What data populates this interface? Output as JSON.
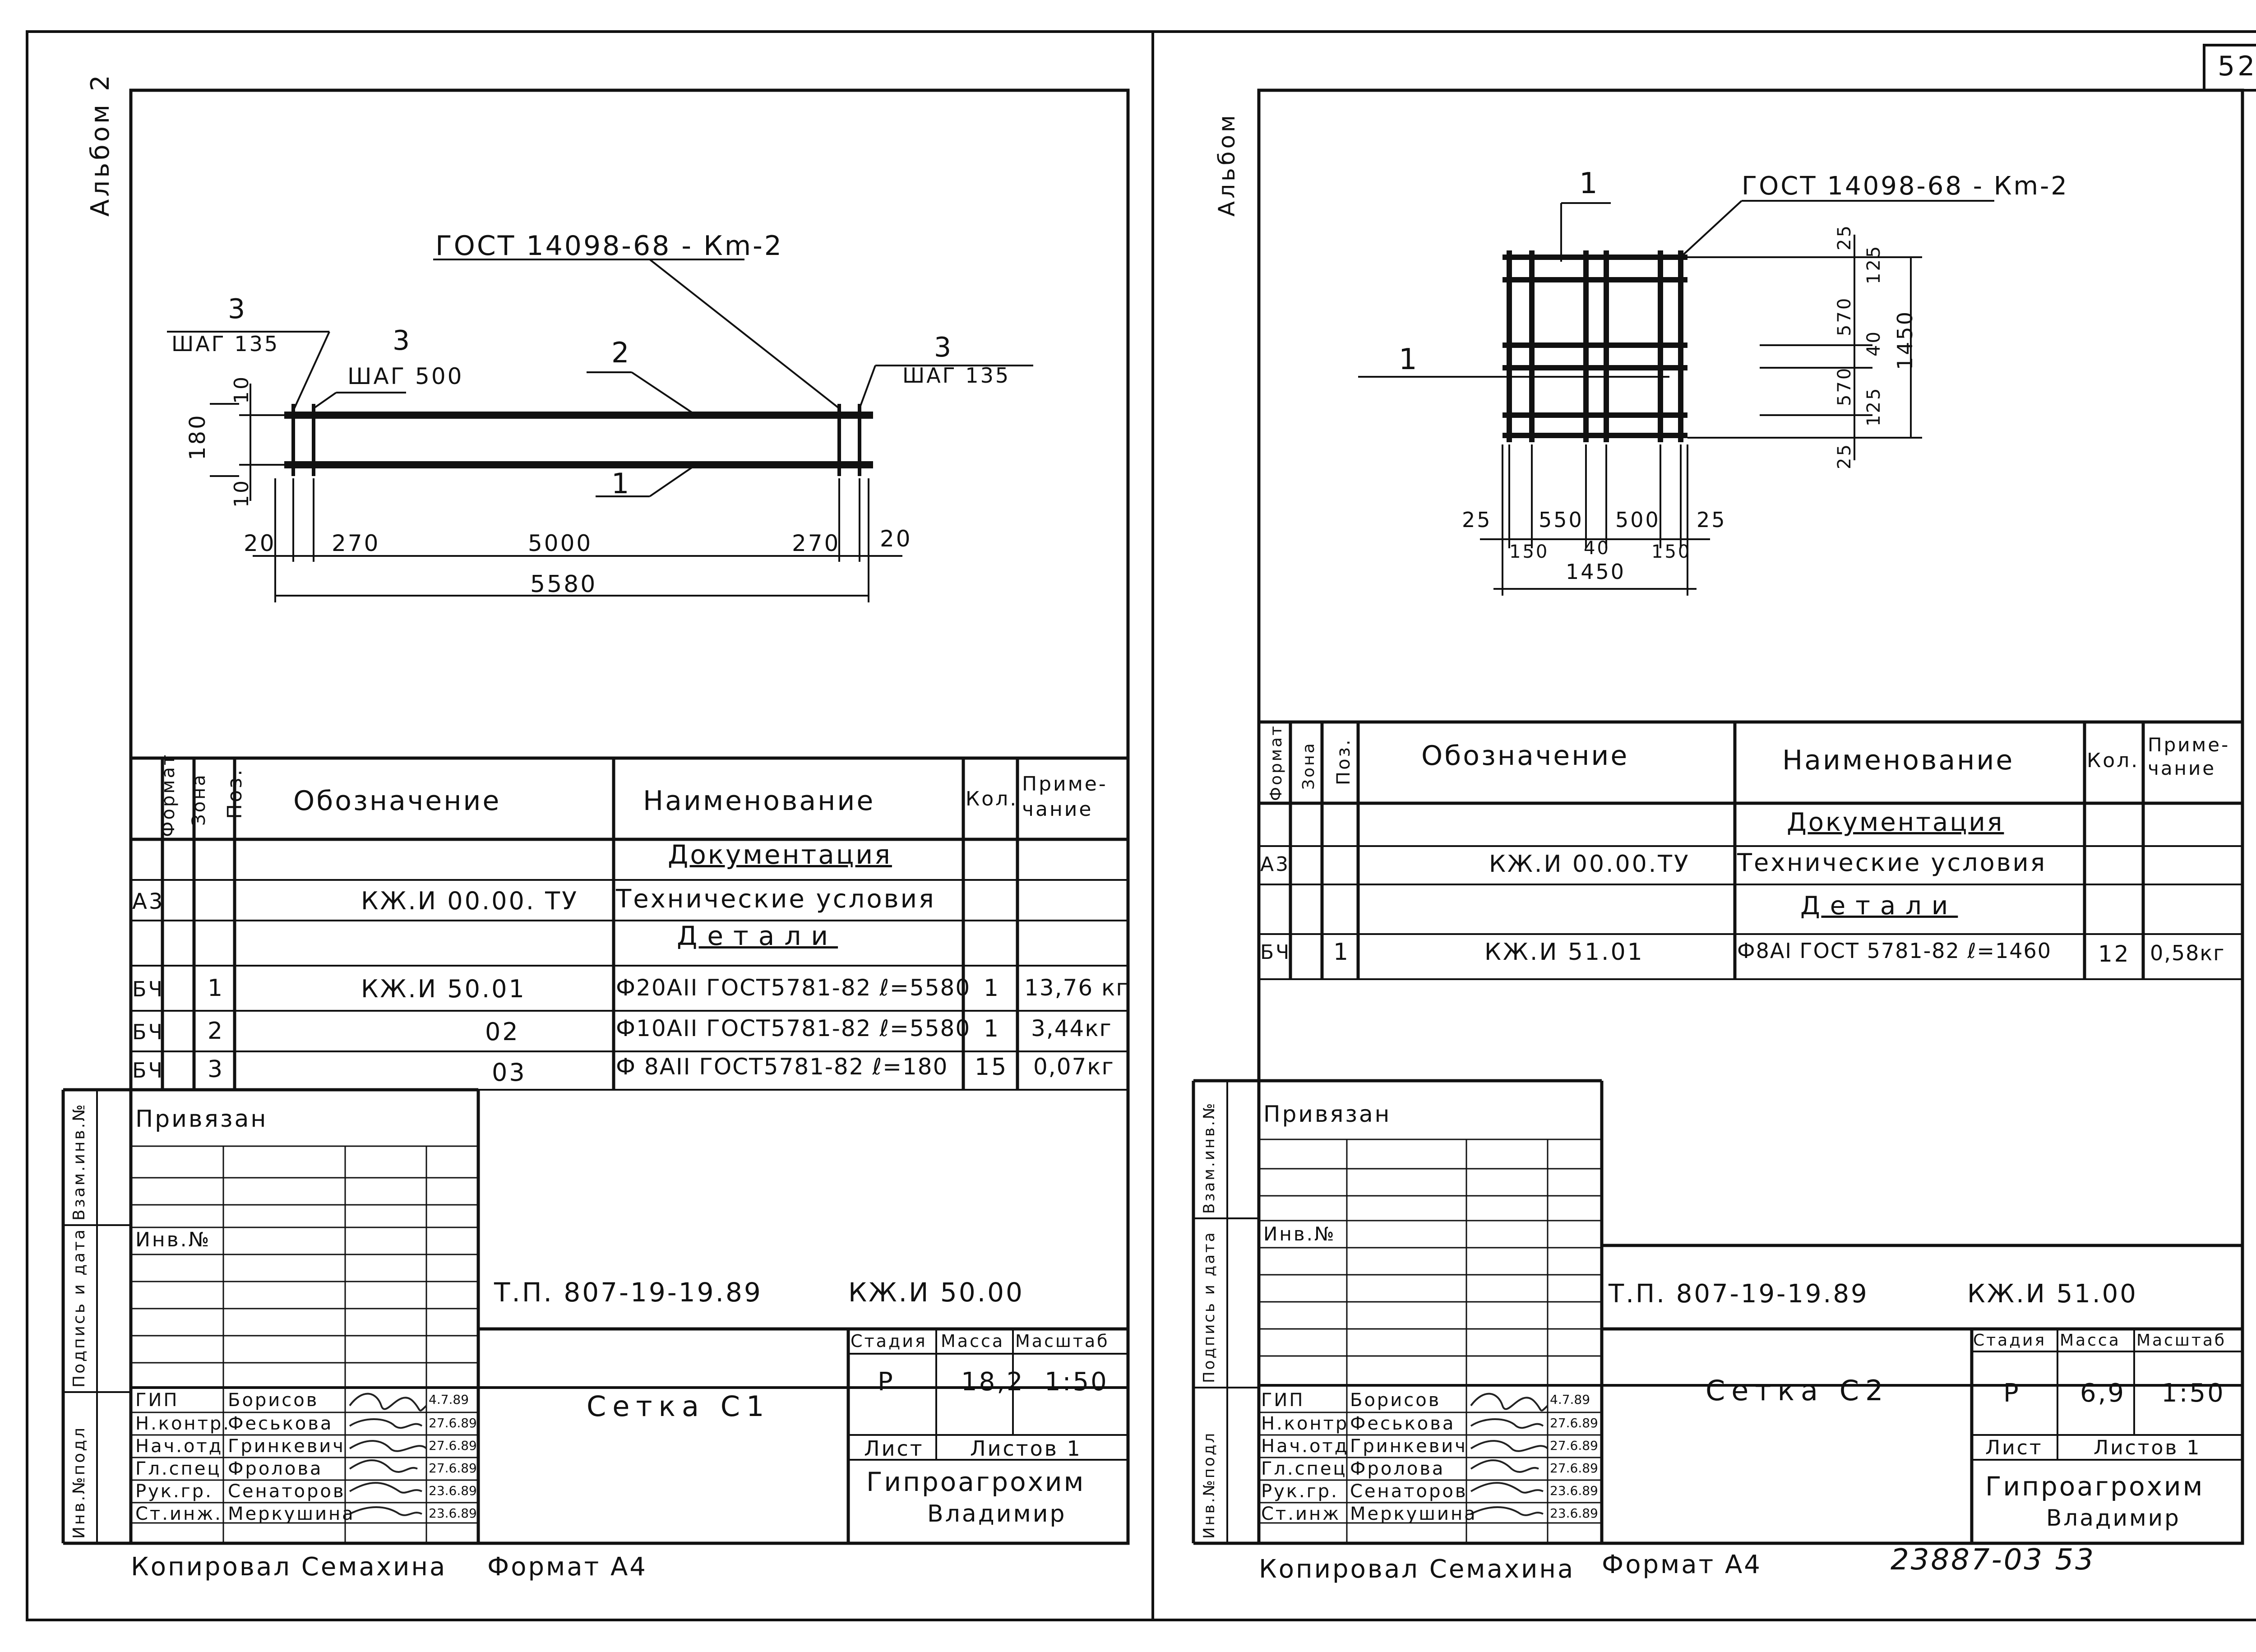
{
  "page_number": "52",
  "bottom_code": "23887-03 53",
  "left": {
    "album": "Альбом 2",
    "drawing": {
      "gost": "ГОСТ 14098-68 - Кm-2",
      "pos3_left": "3",
      "step_left": "ШАГ 135",
      "pos3_mid": "3",
      "step_mid": "ШАГ 500",
      "pos3_right": "3",
      "step_right": "ШАГ 135",
      "pos2": "2",
      "pos1": "1",
      "d10a": "10",
      "d180": "180",
      "d10b": "10",
      "d20l": "20",
      "d270l": "270",
      "d5000": "5000",
      "d270r": "270",
      "d20r": "20",
      "d5580": "5580"
    },
    "spec": {
      "headers": {
        "format": "Формат",
        "zone": "Зона",
        "pos": "Поз.",
        "designation": "Обозначение",
        "name": "Наименование",
        "qty": "Кол.",
        "note": "Приме-чание"
      },
      "section_docs": "Документация",
      "row_docs": {
        "format": "А3",
        "designation": "КЖ.И 00.00. ТУ",
        "name": "Технические условия"
      },
      "section_parts": "Детали",
      "rows": [
        {
          "format": "БЧ",
          "pos": "1",
          "designation": "КЖ.И 50.01",
          "name": "Ф20АII ГОСТ5781-82 ℓ=5580",
          "qty": "1",
          "note": "13,76 кг"
        },
        {
          "format": "БЧ",
          "pos": "2",
          "designation": "02",
          "name": "Ф10АII ГОСТ5781-82 ℓ=5580",
          "qty": "1",
          "note": "3,44кг"
        },
        {
          "format": "БЧ",
          "pos": "3",
          "designation": "03",
          "name": "Ф 8АII ГОСТ5781-82 ℓ=180",
          "qty": "15",
          "note": "0,07кг"
        }
      ]
    },
    "stamp": {
      "side_labels": [
        "Инв.№подл",
        "Подпись и дата",
        "Взам.инв.№"
      ],
      "privyazan": "Привязан",
      "inv_no": "Инв.№",
      "project_code": "Т.П. 807-19-19.89",
      "doc_code": "КЖ.И 50.00",
      "title": "Сетка С1",
      "stage_h": "Стадия",
      "mass_h": "Масса",
      "scale_h": "Масштаб",
      "stage": "Р",
      "mass": "18,2",
      "scale": "1:50",
      "sheet": "Лист",
      "sheets": "Листов 1",
      "org1": "Гипроагрохим",
      "org2": "Владимир",
      "people": [
        {
          "role": "ГИП",
          "name": "Борисов",
          "date": "4.7.89"
        },
        {
          "role": "Н.контр.",
          "name": "Феськова",
          "date": "27.6.89"
        },
        {
          "role": "Нач.отд",
          "name": "Гринкевич",
          "date": "27.6.89"
        },
        {
          "role": "Гл.спец",
          "name": "Фролова",
          "date": "27.6.89"
        },
        {
          "role": "Рук.гр.",
          "name": "Сенаторов",
          "date": "23.6.89"
        },
        {
          "role": "Ст.инж.",
          "name": "Меркушина",
          "date": "23.6.89"
        }
      ]
    },
    "copied": "Копировал Семахина",
    "format": "Формат А4"
  },
  "right": {
    "album": "Альбом",
    "drawing": {
      "gost": "ГОСТ 14098-68 - Кm-2",
      "pos1a": "1",
      "pos1b": "1",
      "v25t": "25",
      "v125t": "125",
      "v570a": "570",
      "v40": "40",
      "v570b": "570",
      "v125b": "125",
      "v25b": "25",
      "v1450": "1450",
      "h25l": "25",
      "h550": "550",
      "h500": "500",
      "h25r": "25",
      "h150l": "150",
      "h40": "40",
      "h150r": "150",
      "h1450": "1450"
    },
    "spec": {
      "headers": {
        "format": "Формат",
        "zone": "Зона",
        "pos": "Поз.",
        "designation": "Обозначение",
        "name": "Наименование",
        "qty": "Кол.",
        "note": "Приме-чание"
      },
      "section_docs": "Документация",
      "row_docs": {
        "format": "А3",
        "designation": "КЖ.И 00.00.ТУ",
        "name": "Технические условия"
      },
      "section_parts": "Детали",
      "rows": [
        {
          "format": "БЧ",
          "pos": "1",
          "designation": "КЖ.И 51.01",
          "name": "Ф8АI ГОСТ 5781-82 ℓ=1460",
          "qty": "12",
          "note": "0,58кг"
        }
      ]
    },
    "stamp": {
      "side_labels": [
        "Инв.№подл",
        "Подпись и дата",
        "Взам.инв.№"
      ],
      "privyazan": "Привязан",
      "inv_no": "Инв.№",
      "project_code": "Т.П. 807-19-19.89",
      "doc_code": "КЖ.И 51.00",
      "title": "Сетка С2",
      "stage_h": "Стадия",
      "mass_h": "Масса",
      "scale_h": "Масштаб",
      "stage": "Р",
      "mass": "6,9",
      "scale": "1:50",
      "sheet": "Лист",
      "sheets": "Листов 1",
      "org1": "Гипроагрохим",
      "org2": "Владимир",
      "people": [
        {
          "role": "ГИП",
          "name": "Борисов",
          "date": "4.7.89"
        },
        {
          "role": "Н.контр",
          "name": "Феськова",
          "date": "27.6.89"
        },
        {
          "role": "Нач.отд",
          "name": "Гринкевич",
          "date": "27.6.89"
        },
        {
          "role": "Гл.спец",
          "name": "Фролова",
          "date": "27.6.89"
        },
        {
          "role": "Рук.гр.",
          "name": "Сенаторов",
          "date": "23.6.89"
        },
        {
          "role": "Ст.инж",
          "name": "Меркушина",
          "date": "23.6.89"
        }
      ]
    },
    "copied": "Копировал Семахина",
    "format": "Формат А4"
  }
}
